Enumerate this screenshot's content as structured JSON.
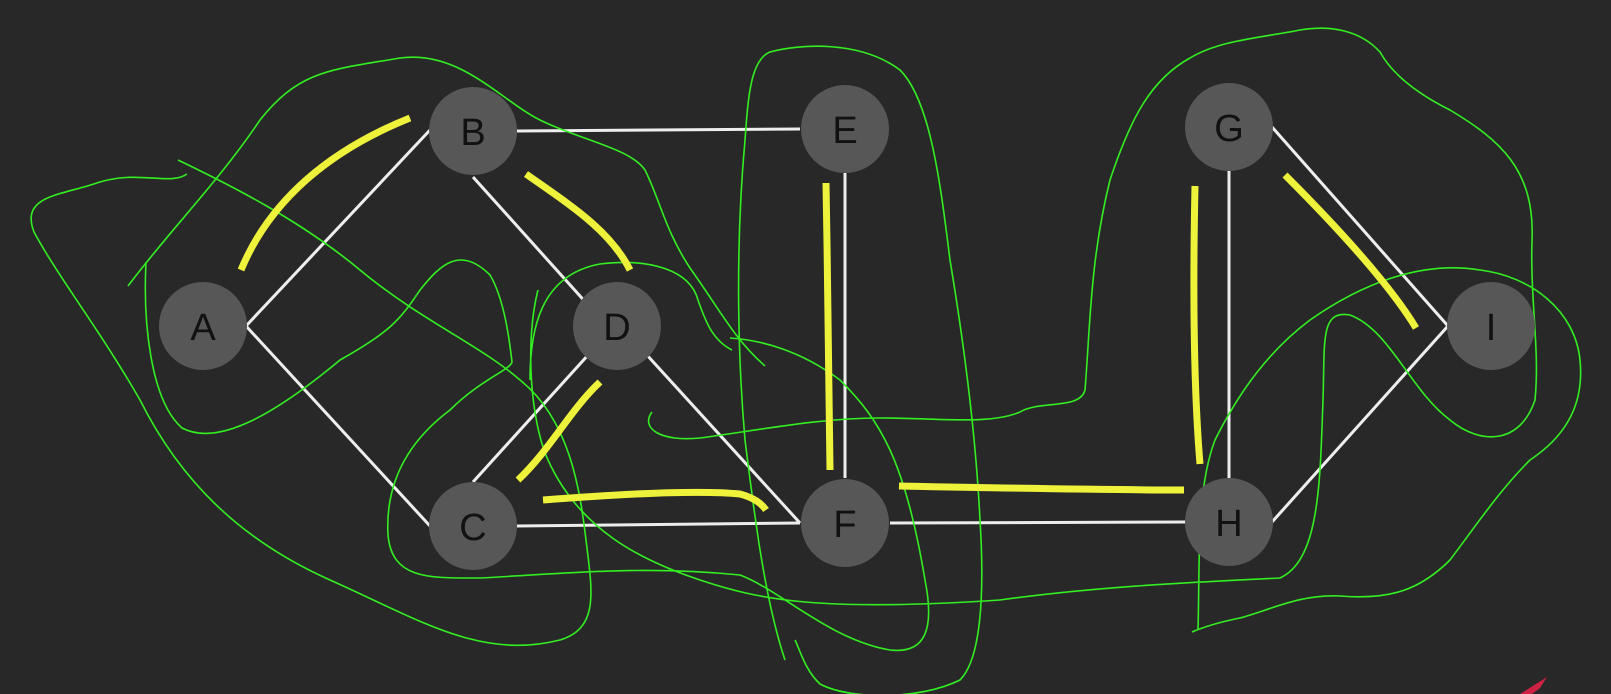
{
  "colors": {
    "background": "#282828",
    "node_fill": "#575757",
    "node_label": "#111111",
    "edge": "#eeeeee",
    "highlight": "#eef23a",
    "annotation": "#33ee22",
    "accent_mark": "#cc2244"
  },
  "graph": {
    "nodes": [
      {
        "id": "A",
        "label": "A"
      },
      {
        "id": "B",
        "label": "B"
      },
      {
        "id": "C",
        "label": "C"
      },
      {
        "id": "D",
        "label": "D"
      },
      {
        "id": "E",
        "label": "E"
      },
      {
        "id": "F",
        "label": "F"
      },
      {
        "id": "G",
        "label": "G"
      },
      {
        "id": "H",
        "label": "H"
      },
      {
        "id": "I",
        "label": "I"
      }
    ],
    "edges": [
      [
        "A",
        "B"
      ],
      [
        "A",
        "C"
      ],
      [
        "B",
        "D"
      ],
      [
        "B",
        "E"
      ],
      [
        "C",
        "D"
      ],
      [
        "C",
        "F"
      ],
      [
        "D",
        "F"
      ],
      [
        "E",
        "F"
      ],
      [
        "F",
        "H"
      ],
      [
        "G",
        "H"
      ],
      [
        "G",
        "I"
      ],
      [
        "H",
        "I"
      ]
    ],
    "highlighted_edges": [
      [
        "A",
        "B"
      ],
      [
        "B",
        "D"
      ],
      [
        "C",
        "D"
      ],
      [
        "C",
        "F"
      ],
      [
        "E",
        "F"
      ],
      [
        "F",
        "H"
      ],
      [
        "G",
        "H"
      ],
      [
        "G",
        "I"
      ]
    ]
  }
}
